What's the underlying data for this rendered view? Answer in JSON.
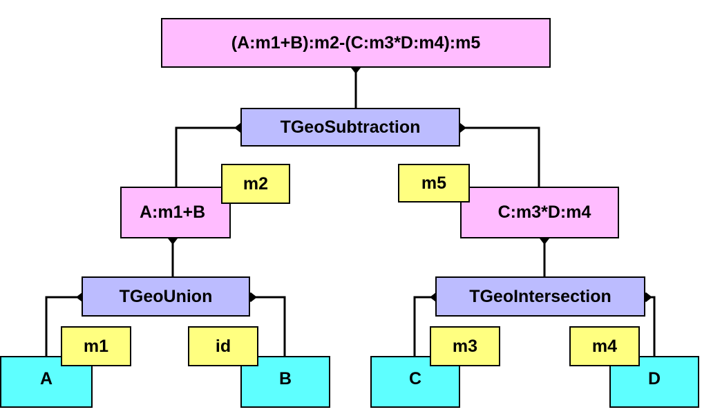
{
  "colors": {
    "composite": "#ffbcff",
    "operation": "#bcbcff",
    "matrix": "#ffff80",
    "leaf": "#5effff",
    "line": "#000000"
  },
  "root": {
    "label": "(A:m1+B):m2-(C:m3*D:m4):m5"
  },
  "subtraction": {
    "label": "TGeoSubtraction"
  },
  "left_composite": {
    "label": "A:m1+B",
    "matrix": "m2"
  },
  "right_composite": {
    "label": "C:m3*D:m4",
    "matrix": "m5"
  },
  "union": {
    "label": "TGeoUnion"
  },
  "intersection": {
    "label": "TGeoIntersection"
  },
  "leaves": {
    "a": {
      "label": "A",
      "matrix": "m1"
    },
    "b": {
      "label": "B",
      "matrix": "id"
    },
    "c": {
      "label": "C",
      "matrix": "m3"
    },
    "d": {
      "label": "D",
      "matrix": "m4"
    }
  }
}
